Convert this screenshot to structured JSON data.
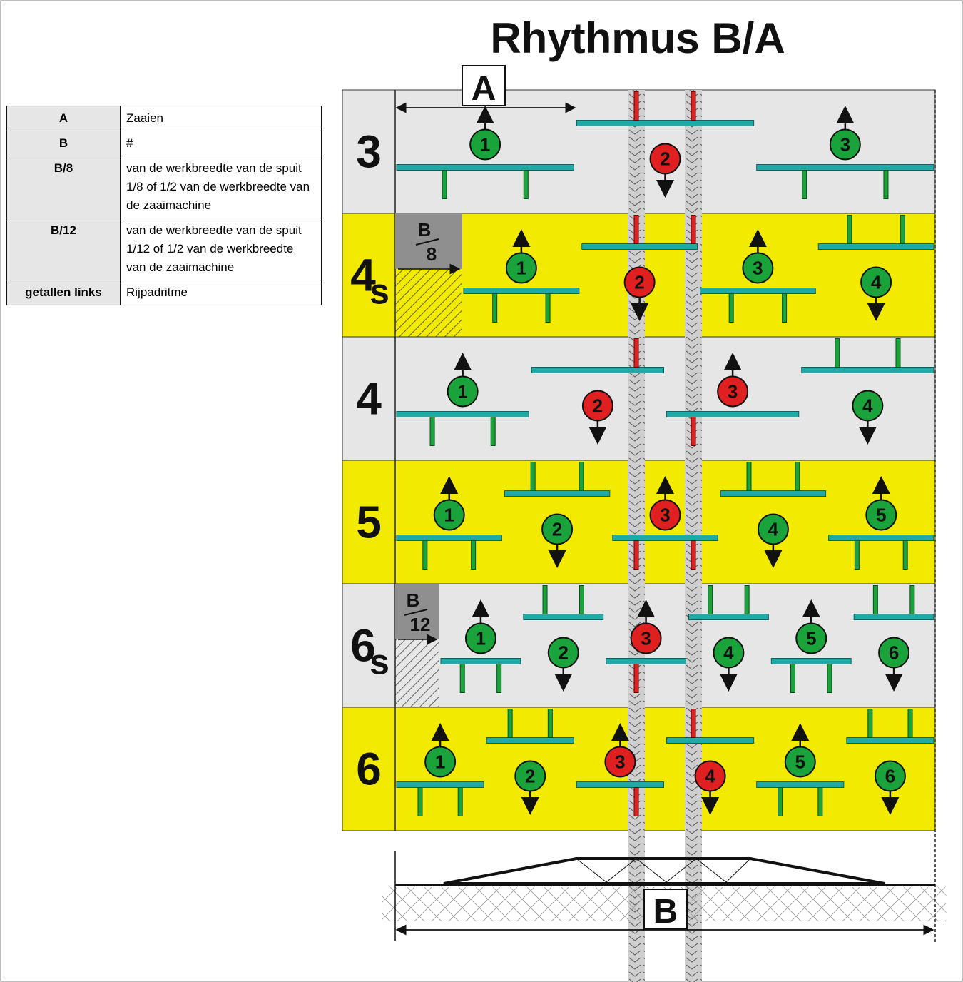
{
  "title": "Rhythmus B/A",
  "legend": [
    {
      "key": "A",
      "value": "Zaaien"
    },
    {
      "key": "B",
      "value": "#"
    },
    {
      "key": "B/8",
      "value": "van de werkbreedte van de spuit 1/8 of 1/2 van de werkbreedte van de zaaimachine"
    },
    {
      "key": "B/12",
      "value": "van de werkbreedte van de spuit 1/12 of 1/2 van de werkbreedte van de zaaimachine"
    },
    {
      "key": "getallen links",
      "value": "Rijpadritme"
    }
  ],
  "dimension_labels": {
    "a": "A",
    "b": "B"
  },
  "fraction_labels": {
    "b8": {
      "top": "B",
      "bottom": "8"
    },
    "b12": {
      "top": "B",
      "bottom": "12"
    }
  },
  "rows": [
    {
      "label": "3",
      "sub": "",
      "band": "grey",
      "offset": "",
      "passes": [
        {
          "n": "1",
          "color": "green",
          "dir": "up"
        },
        {
          "n": "2",
          "color": "red",
          "dir": "down"
        },
        {
          "n": "3",
          "color": "green",
          "dir": "up"
        }
      ]
    },
    {
      "label": "4",
      "sub": "s",
      "band": "yellow",
      "offset": "b8",
      "passes": [
        {
          "n": "1",
          "color": "green",
          "dir": "up"
        },
        {
          "n": "2",
          "color": "red",
          "dir": "down"
        },
        {
          "n": "3",
          "color": "green",
          "dir": "up"
        },
        {
          "n": "4",
          "color": "green",
          "dir": "down"
        }
      ]
    },
    {
      "label": "4",
      "sub": "",
      "band": "grey",
      "offset": "",
      "passes": [
        {
          "n": "1",
          "color": "green",
          "dir": "up"
        },
        {
          "n": "2",
          "color": "red",
          "dir": "down"
        },
        {
          "n": "3",
          "color": "red",
          "dir": "up"
        },
        {
          "n": "4",
          "color": "green",
          "dir": "down"
        }
      ]
    },
    {
      "label": "5",
      "sub": "",
      "band": "yellow",
      "offset": "",
      "passes": [
        {
          "n": "1",
          "color": "green",
          "dir": "up"
        },
        {
          "n": "2",
          "color": "green",
          "dir": "down"
        },
        {
          "n": "3",
          "color": "red",
          "dir": "up"
        },
        {
          "n": "4",
          "color": "green",
          "dir": "down"
        },
        {
          "n": "5",
          "color": "green",
          "dir": "up"
        }
      ]
    },
    {
      "label": "6",
      "sub": "s",
      "band": "grey",
      "offset": "b12",
      "passes": [
        {
          "n": "1",
          "color": "green",
          "dir": "up"
        },
        {
          "n": "2",
          "color": "green",
          "dir": "down"
        },
        {
          "n": "3",
          "color": "red",
          "dir": "up"
        },
        {
          "n": "4",
          "color": "green",
          "dir": "down"
        },
        {
          "n": "5",
          "color": "green",
          "dir": "up"
        },
        {
          "n": "6",
          "color": "green",
          "dir": "down"
        }
      ]
    },
    {
      "label": "6",
      "sub": "",
      "band": "yellow",
      "offset": "",
      "passes": [
        {
          "n": "1",
          "color": "green",
          "dir": "up"
        },
        {
          "n": "2",
          "color": "green",
          "dir": "down"
        },
        {
          "n": "3",
          "color": "red",
          "dir": "up"
        },
        {
          "n": "4",
          "color": "red",
          "dir": "down"
        },
        {
          "n": "5",
          "color": "green",
          "dir": "up"
        },
        {
          "n": "6",
          "color": "green",
          "dir": "down"
        }
      ]
    }
  ],
  "colors": {
    "yellow_band": "#f2ea00",
    "grey_band": "#e6e6e6",
    "boom": "#21a9a6",
    "green": "#19a33a",
    "red": "#e02020",
    "tramline": "#cfcfcf",
    "offset_box": "#8f8f8f"
  }
}
